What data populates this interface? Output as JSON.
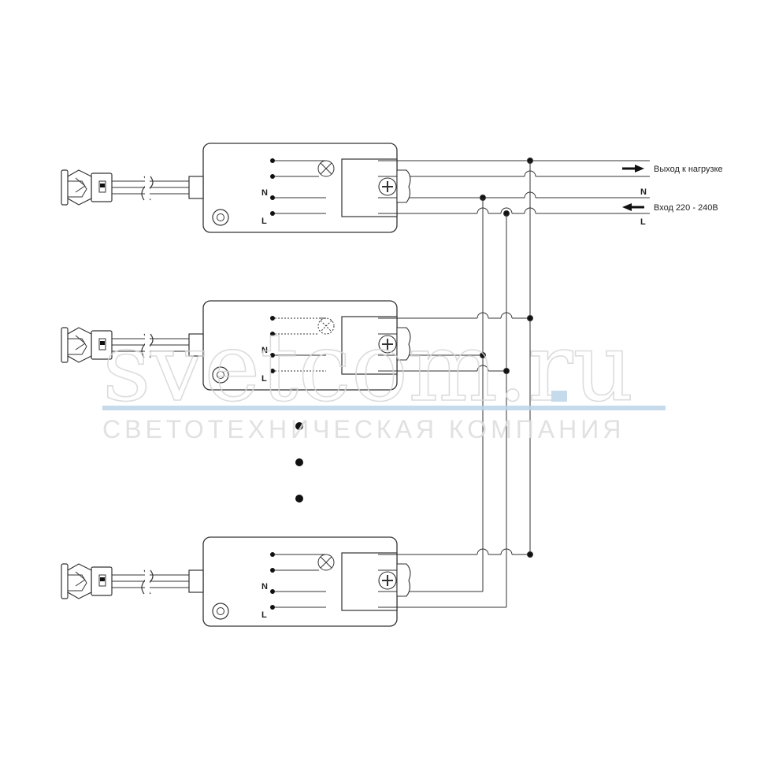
{
  "labels": {
    "output": "Выход к нагрузке",
    "input": "Вход 220 - 240В",
    "n_right": "N",
    "l_right": "L"
  },
  "unit_pins": {
    "n": "N",
    "l": "L"
  },
  "units": [
    {
      "name": "unit-top",
      "style": "solid"
    },
    {
      "name": "unit-middle",
      "style": "dotted"
    },
    {
      "name": "unit-bottom",
      "style": "solid"
    }
  ],
  "watermark": {
    "main": "svetcom.ru",
    "sub": "СВЕТОТЕХНИЧЕСКАЯ КОМПАНИЯ",
    "accent_color": "#bcd4e8",
    "text_color": "#d6d6d6"
  },
  "colors": {
    "line": "#333333",
    "dot": "#111111"
  }
}
